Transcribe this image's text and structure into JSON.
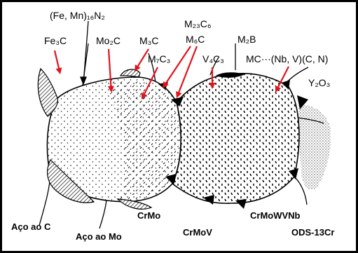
{
  "figure": {
    "frame_color": "#000000",
    "arrow_color": "#e3121b",
    "labels": [
      {
        "id": "fe-mn-16-n2",
        "text": "(Fe, Mn)₁₆N₂"
      },
      {
        "id": "m23c6",
        "text": "M₂₃C₆"
      },
      {
        "id": "fe3c",
        "text": "Fe₃C"
      },
      {
        "id": "mo2c",
        "text": "Mo₂C"
      },
      {
        "id": "m3c",
        "text": "M₃C"
      },
      {
        "id": "m6c",
        "text": "M₆C"
      },
      {
        "id": "m2b",
        "text": "M₂B"
      },
      {
        "id": "m7c3",
        "text": "M₇C₃"
      },
      {
        "id": "v4c3",
        "text": "V₄C₃"
      },
      {
        "id": "mc-nb-v",
        "text": "MC···(Nb, V)(C, N)"
      },
      {
        "id": "y2o3",
        "text": "Y₂O₃"
      }
    ],
    "captions": [
      {
        "id": "aco-ao-c",
        "text": "Aço ao C"
      },
      {
        "id": "aco-ao-mo",
        "text": "Aço ao Mo"
      },
      {
        "id": "crmo",
        "text": "CrMo"
      },
      {
        "id": "crmov",
        "text": "CrMoV"
      },
      {
        "id": "crmowvnb",
        "text": "CrMoWVNb"
      },
      {
        "id": "ods-13cr",
        "text": "ODS-13Cr"
      }
    ]
  }
}
